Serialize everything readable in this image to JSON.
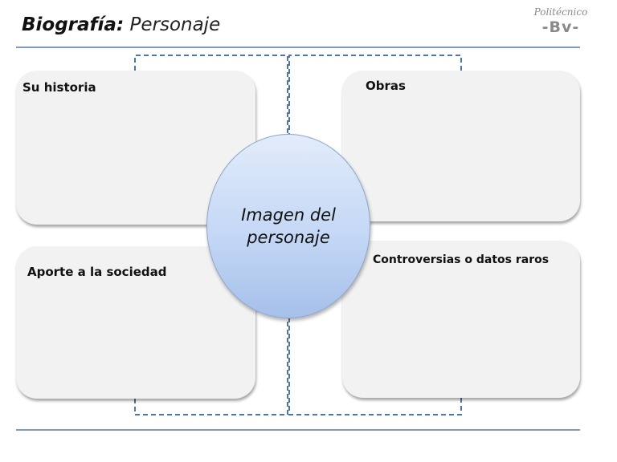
{
  "title": {
    "bold": "Biografía",
    "colon": ":",
    "rest": " Personaje"
  },
  "logo": {
    "script": "Politécnico",
    "mark": "-Bv-"
  },
  "center": {
    "label": "Imagen del personaje"
  },
  "boxes": {
    "historia": "Su historia",
    "obras": "Obras",
    "aporte": "Aporte a la sociedad",
    "controversias": "Controversias o datos raros"
  },
  "colors": {
    "rule": "#7f9bc0",
    "connector": "#4f77a6",
    "box_fill": "#f2f2f2",
    "ellipse_top": "#e2ecfb",
    "ellipse_bottom": "#a6c0ea"
  }
}
